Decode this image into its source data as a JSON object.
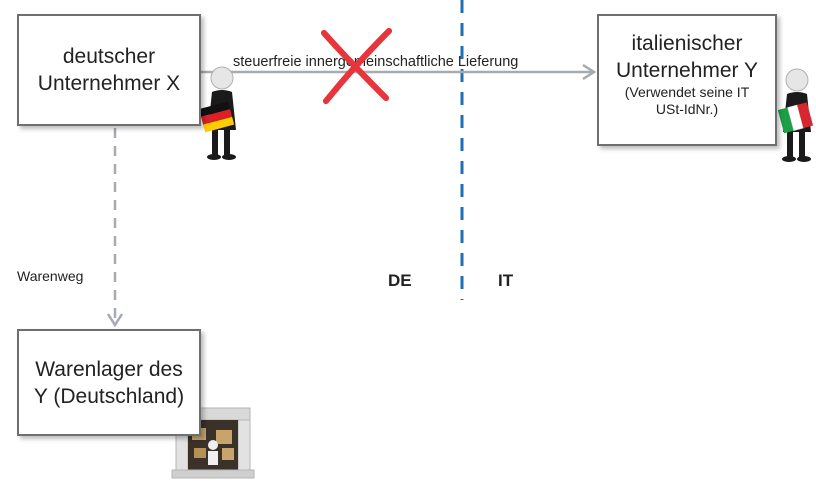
{
  "diagram": {
    "seller": {
      "line1": "deutscher",
      "line2": "Unternehmer X"
    },
    "buyer": {
      "line1": "italienischer",
      "line2": "Unternehmer Y",
      "note1": "(Verwendet seine IT",
      "note2": "USt-IdNr.)"
    },
    "warehouse": {
      "line1": "Warenlager des",
      "line2": "Y (Deutschland)"
    },
    "arrow_label": "steuerfreie innergemeinschaftliche Lieferung",
    "goods_route_label": "Warenweg",
    "country_left": "DE",
    "country_right": "IT"
  },
  "colors": {
    "arrow": "#a6aab1",
    "border_line": "#1f6fb2",
    "cross": "#e8343b",
    "box_border": "#6f6f6f"
  },
  "icons": [
    "person-german-flag-icon",
    "person-italian-flag-icon",
    "warehouse-icon",
    "cross-icon"
  ]
}
